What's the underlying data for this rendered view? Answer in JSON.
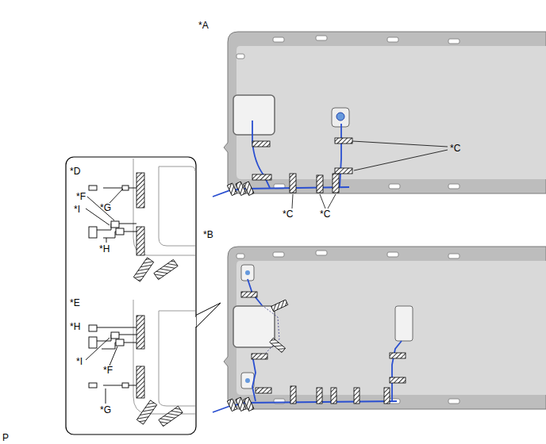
{
  "diagram": {
    "labels": [
      "*A",
      "*C",
      "*C",
      "*C",
      "*D",
      "*F",
      "*G",
      "*I",
      "*H",
      "*B",
      "*E",
      "*H",
      "*I",
      "*F",
      "*G",
      "P"
    ]
  }
}
